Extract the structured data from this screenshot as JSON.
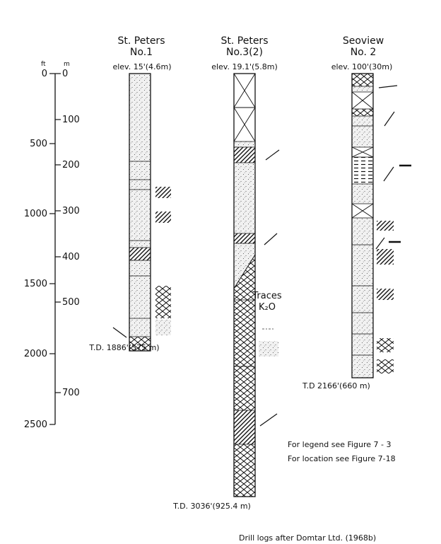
{
  "scale": {
    "ft_unit": "ft",
    "m_unit": "m",
    "ft_ticks": [
      "0",
      "500",
      "1000",
      "1500",
      "2000",
      "2500"
    ],
    "m_ticks": [
      "0",
      "100",
      "200",
      "300",
      "400",
      "500",
      "700"
    ]
  },
  "logs": [
    {
      "name_line1": "St. Peters",
      "name_line2": "No.1",
      "elevation": "elev. 15'(4.6m)",
      "total_depth": "T.D. 1886'(575 m)"
    },
    {
      "name_line1": "St. Peters",
      "name_line2": "No.3(2)",
      "elevation": "elev. 19.1'(5.8m)",
      "total_depth": "T.D. 3036'(925.4 m)"
    },
    {
      "name_line1": "Seoview",
      "name_line2": "No. 2",
      "elevation": "elev. 100'(30m)",
      "total_depth": "T.D 2166'(660 m)"
    }
  ],
  "annotation": {
    "traces_line1": "Traces",
    "traces_line2": "K₂O"
  },
  "notes": {
    "legend": "For legend see Figure   7 - 3",
    "location": "For location see Figure   7-18",
    "source": "Drill logs after Domtar Ltd. (1968b)"
  },
  "colors": {
    "ink": "#111111",
    "fill": "#f1f1f1"
  }
}
